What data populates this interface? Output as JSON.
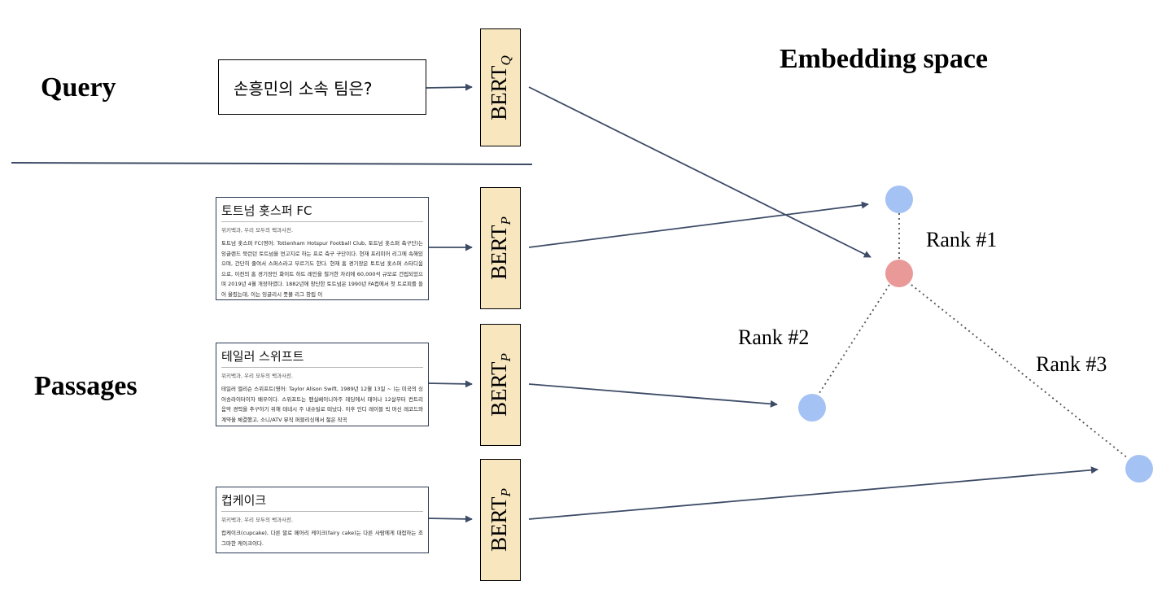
{
  "labels": {
    "query": "Query",
    "passages": "Passages",
    "embedding_space": "Embedding space"
  },
  "query_text": "손흥민의 소속 팀은?",
  "encoders": {
    "query": {
      "main": "BERT",
      "sub": "Q"
    },
    "passage": {
      "main": "BERT",
      "sub": "P"
    }
  },
  "passages": [
    {
      "title": "토트넘 홋스퍼 FC",
      "subtitle": "위키백과, 우리 모두의 백과사전.",
      "body": "토트넘 홋스퍼 FC(영어: Tottenham Hotspur Football Club, 토트넘 홋스퍼 축구단)는 잉글랜드 북런던 토트넘을 연고지로 하는 프로 축구 구단이다. 현재 프리미어 리그에 속해있으며, 간단히 줄여서 스퍼스라고 부르기도 한다. 현재 홈 경기장은 토트넘 홋스퍼 스타디움으로, 이전의 홈 경기장인 화이트 하트 레인을 철거한 자리에 60,000석 규모로 건립되었으며 2019년 4월 개장하였다. 1882년에 창단한 토트넘은 1990년 FA컵에서 첫 트로피를 들어 올렸는데, 이는 잉글리시 풋볼 리그 창립 이"
    },
    {
      "title": "테일러 스위프트",
      "subtitle": "위키백과, 우리 모두의 백과사전.",
      "body": "테일러 앨리슨 스위프트(영어: Taylor Alison Swift, 1989년 12월 13일 ~ )는 미국의 싱어송라이터이자 배우이다. 스위프트는 펜실베이니아주 레딩에서 태어나 12살부터 컨트리 음악 경력을 추구하기 위해 테네시 주 내슈빌로 떠났다. 이후 인디 레이블 빅 머신 레코드와 계약을 체결했고, 소니/ATV 뮤직 퍼블리싱에서 젊은 작곡"
    },
    {
      "title": "컵케이크",
      "subtitle": "위키백과, 우리 모두의 백과사전.",
      "body": "컵케이크(cupcake), 다른 말로 페어리 케이크(fairy cake)는 다른 사람에게 대접하는 조그마한 케이크이다."
    }
  ],
  "ranks": [
    "Rank #1",
    "Rank #2",
    "Rank #3"
  ],
  "colors": {
    "encoder_fill": "#f8e6bf",
    "passage_point": "#a4c2f4",
    "query_point": "#ea9999",
    "arrow": "#3d4b66"
  }
}
